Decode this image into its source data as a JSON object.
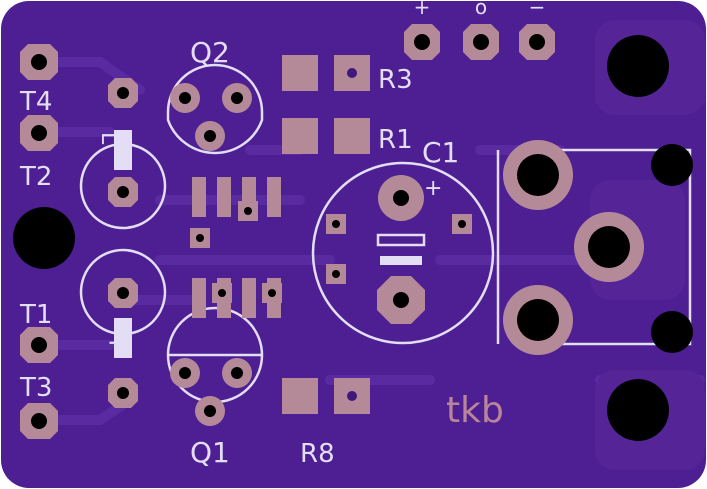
{
  "colors": {
    "board": "#4d1f92",
    "board_trace": "#5a2aa0",
    "silkscreen": "#e3def5",
    "pad": "#b58a98",
    "drill": "#000000",
    "mask_ring": "#3f177d",
    "copper_text": "#b8859a"
  },
  "labels": {
    "plus": "+",
    "circle": "o",
    "minus": "−",
    "q2": "Q2",
    "q1": "Q1",
    "r3": "R3",
    "r1": "R1",
    "r8": "R8",
    "c1": "C1",
    "c1_polarity": "+",
    "t4": "T4",
    "t2": "T2",
    "t1": "T1",
    "t3": "T3",
    "l_top": "L",
    "l_bottom": "L",
    "brand": "tkb"
  }
}
